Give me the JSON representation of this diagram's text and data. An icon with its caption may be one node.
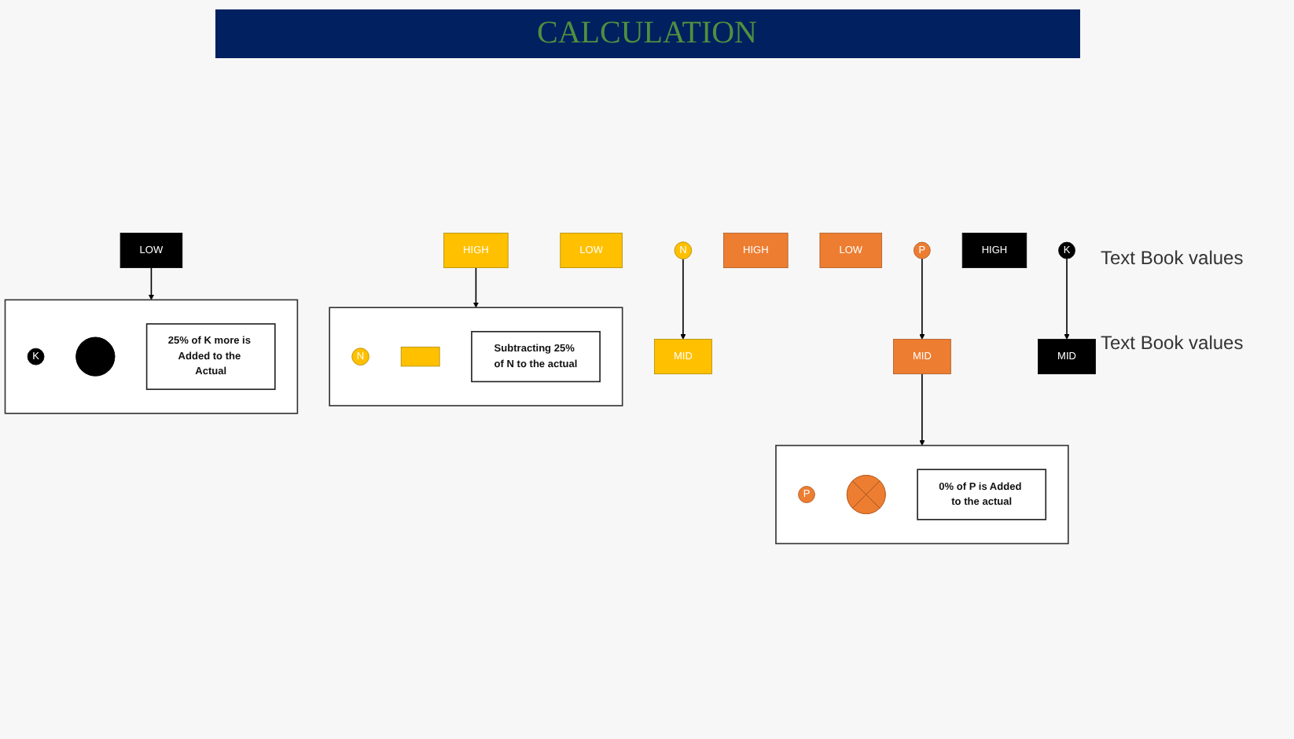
{
  "diagram": {
    "title": "CALCULATION",
    "nodes": [
      {
        "text": [
          "N"
        ]
      },
      {
        "text": [
          "HIGH"
        ]
      },
      {
        "text": [
          "MID"
        ]
      },
      {
        "text": [
          "LOW"
        ]
      },
      {
        "text": [
          "P"
        ]
      },
      {
        "text": [
          "HIGH"
        ]
      },
      {
        "text": [
          "MID"
        ]
      },
      {
        "text": [
          "LOW"
        ]
      },
      {
        "text": [
          "K"
        ]
      },
      {
        "text": [
          "HIGH"
        ]
      },
      {
        "text": [
          "MID"
        ]
      },
      {
        "text": [
          "LOW"
        ]
      },
      {
        "text": [],
        "shape": "box"
      },
      {
        "text": [
          "N"
        ],
        "in": 12
      },
      {
        "text": [],
        "shape": "bar",
        "in": 12
      },
      {
        "text": [
          "Subtracting 25% of N to the actual"
        ],
        "in": 12
      },
      {
        "text": [],
        "shape": "box"
      },
      {
        "text": [
          "P"
        ],
        "in": 16
      },
      {
        "text": [],
        "shape": "cross",
        "in": 16
      },
      {
        "text": [
          "0% of P is Added to the actual"
        ],
        "in": 16
      },
      {
        "text": [],
        "shape": "box"
      },
      {
        "text": [
          "K"
        ],
        "in": 20
      },
      {
        "text": [],
        "shape": "cross",
        "in": 20
      },
      {
        "text": [
          "25% of K more is Added to the Actual"
        ],
        "in": 20
      }
    ],
    "edges": [
      {
        "from": 0,
        "to": 2,
        "arrow": "to"
      },
      {
        "from": 4,
        "to": 6,
        "arrow": "to"
      },
      {
        "from": 8,
        "to": 10,
        "arrow": "to"
      },
      {
        "from": 1,
        "to": 12,
        "arrow": "to"
      },
      {
        "from": 6,
        "to": 16,
        "arrow": "to"
      },
      {
        "from": 11,
        "to": 20,
        "arrow": "to"
      }
    ],
    "labels": [
      "Text Book values",
      "Text Book values"
    ]
  }
}
